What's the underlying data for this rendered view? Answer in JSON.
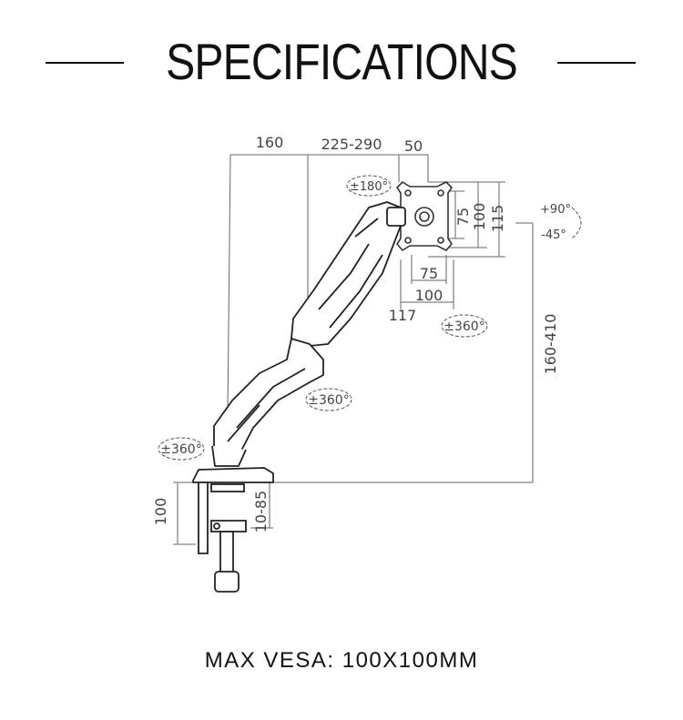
{
  "header": {
    "title": "SPECIFICATIONS"
  },
  "dimensions": {
    "top_1": "160",
    "top_2": "225-290",
    "top_3": "50",
    "vesa_inner_w": "75",
    "vesa_outer_w": "100",
    "plate_w": "117",
    "vesa_inner_h": "75",
    "vesa_outer_h": "100",
    "plate_h": "115",
    "height_range": "160-410",
    "clamp_height": "100",
    "desk_thickness": "10-85"
  },
  "rotations": {
    "top_swivel": "±180°",
    "tilt_up": "+90°",
    "tilt_down": "-45°",
    "rotate_360_monitor": "±360°",
    "rotate_360_elbow": "±360°",
    "rotate_360_base": "±360°"
  },
  "footer": {
    "text": "MAX VESA: 100X100MM"
  }
}
